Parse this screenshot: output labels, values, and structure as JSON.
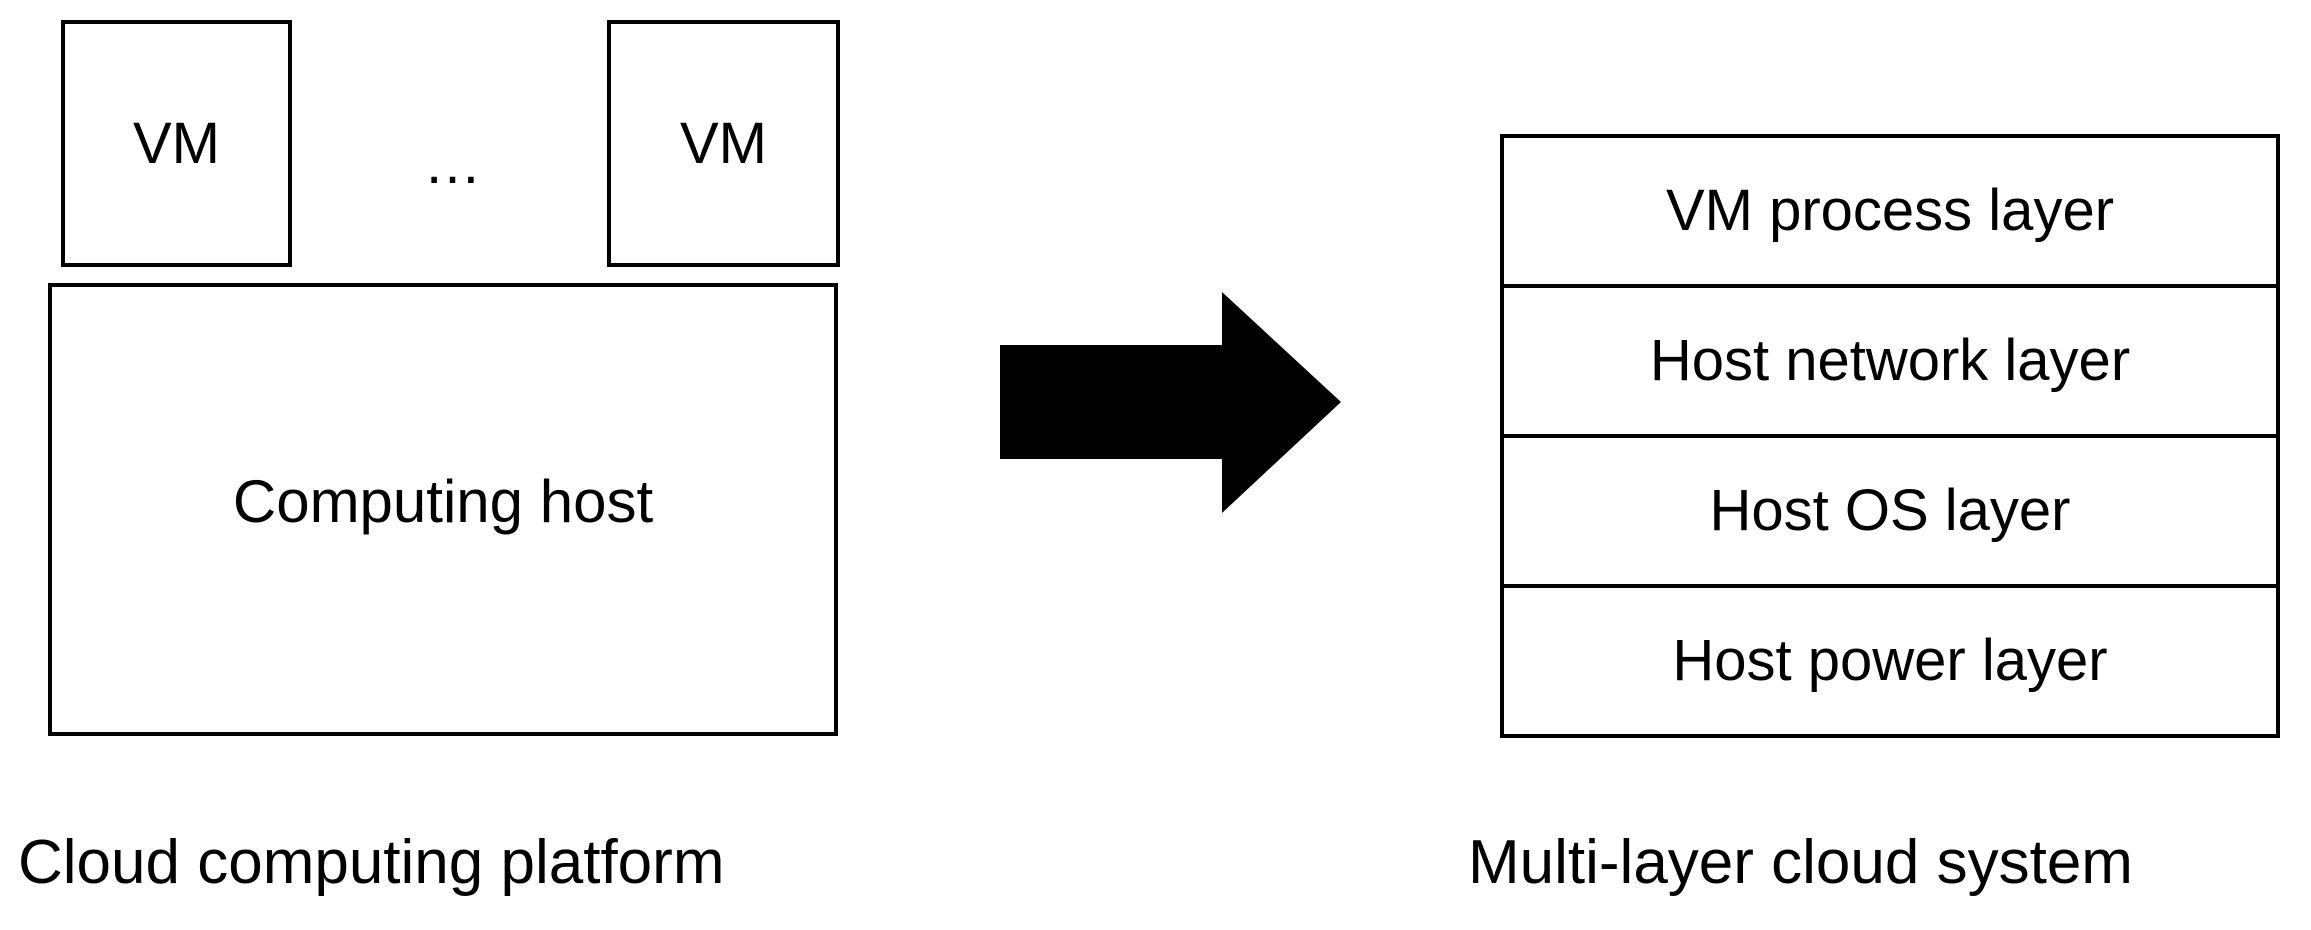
{
  "figure": {
    "left_panel": {
      "caption": "Cloud computing platform",
      "vm_boxes": [
        {
          "label": "VM"
        },
        {
          "label": "VM"
        }
      ],
      "ellipsis": "…",
      "host_box": {
        "label": "Computing host"
      }
    },
    "arrow": {
      "icon": "right-arrow-icon",
      "color": "#000000",
      "direction": "right"
    },
    "right_panel": {
      "caption": "Multi-layer cloud system",
      "layers": [
        {
          "label": "VM process layer"
        },
        {
          "label": "Host network layer"
        },
        {
          "label": "Host OS layer"
        },
        {
          "label": "Host power layer"
        }
      ]
    }
  },
  "style": {
    "background": "#ffffff",
    "stroke": "#000000",
    "text": "#000000"
  }
}
